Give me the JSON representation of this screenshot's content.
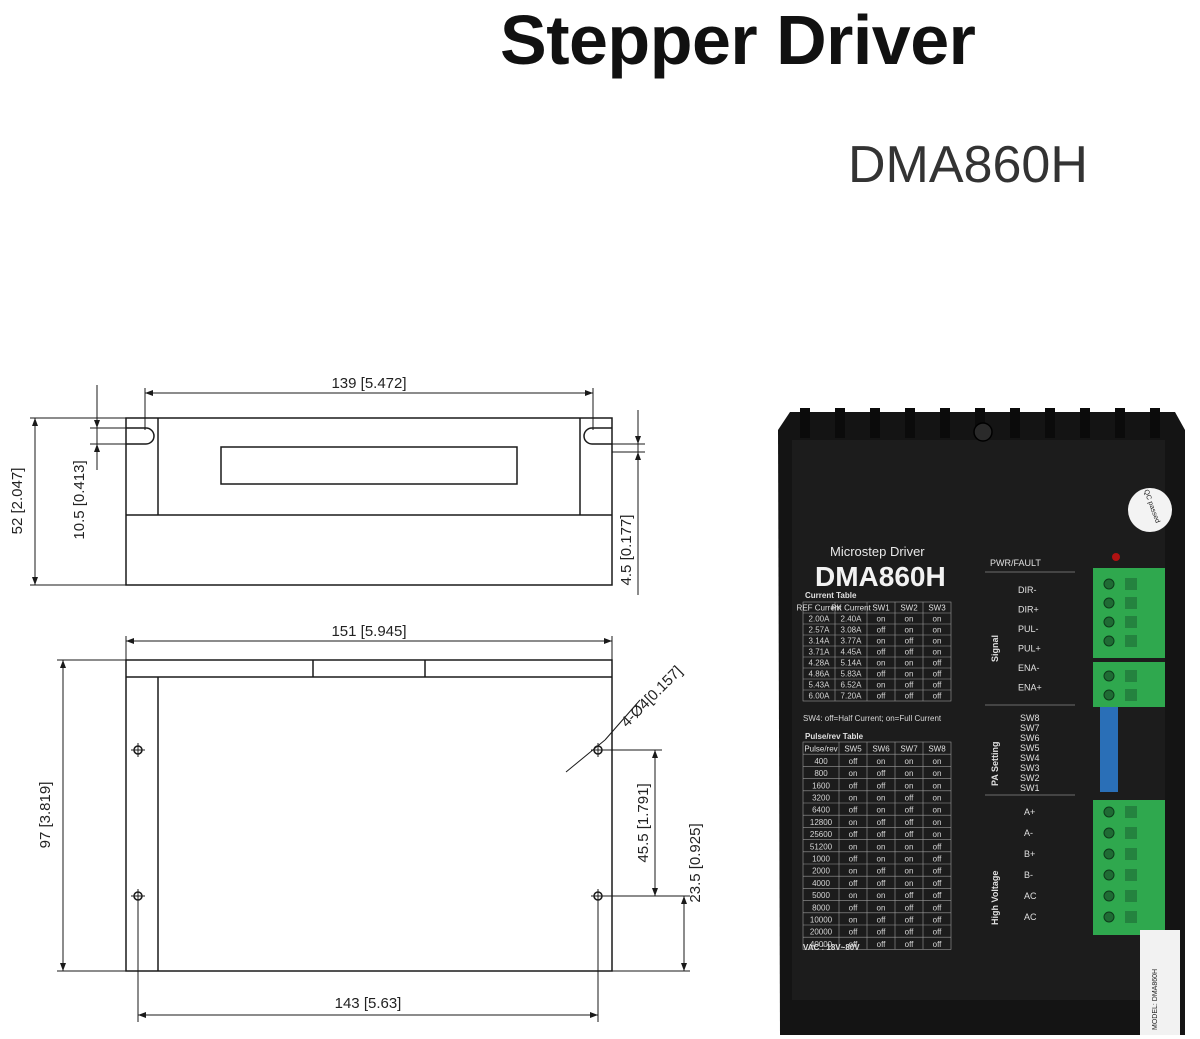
{
  "header": {
    "title": "Stepper Driver",
    "model": "DMA860H"
  },
  "dimensions": {
    "top_width": "139 [5.472]",
    "top_height": "52 [2.047]",
    "slot_depth": "10.5 [0.413]",
    "flange": "4.5 [0.177]",
    "front_width": "151 [5.945]",
    "front_height": "97 [3.819]",
    "hole_dia": "4-Ø4[0.157]",
    "hole_v_spacing": "45.5 [1.791]",
    "hole_offset": "23.5 [0.925]",
    "hole_h_spacing": "143 [5.63]"
  },
  "product": {
    "panel_title": "Microstep Driver",
    "panel_model": "DMA860H",
    "qc": "QC passed",
    "current_table": {
      "title": "Current Table",
      "headers": [
        "REF Current",
        "PK Current",
        "SW1",
        "SW2",
        "SW3"
      ],
      "rows": [
        [
          "2.00A",
          "2.40A",
          "on",
          "on",
          "on"
        ],
        [
          "2.57A",
          "3.08A",
          "off",
          "on",
          "on"
        ],
        [
          "3.14A",
          "3.77A",
          "on",
          "off",
          "on"
        ],
        [
          "3.71A",
          "4.45A",
          "off",
          "off",
          "on"
        ],
        [
          "4.28A",
          "5.14A",
          "on",
          "on",
          "off"
        ],
        [
          "4.86A",
          "5.83A",
          "off",
          "on",
          "off"
        ],
        [
          "5.43A",
          "6.52A",
          "on",
          "off",
          "off"
        ],
        [
          "6.00A",
          "7.20A",
          "off",
          "off",
          "off"
        ]
      ],
      "note": "SW4: off=Half Current; on=Full Current"
    },
    "pulse_table": {
      "title": "Pulse/rev Table",
      "headers": [
        "Pulse/rev",
        "SW5",
        "SW6",
        "SW7",
        "SW8"
      ],
      "rows": [
        [
          "400",
          "off",
          "on",
          "on",
          "on"
        ],
        [
          "800",
          "on",
          "off",
          "on",
          "on"
        ],
        [
          "1600",
          "off",
          "off",
          "on",
          "on"
        ],
        [
          "3200",
          "on",
          "on",
          "off",
          "on"
        ],
        [
          "6400",
          "off",
          "on",
          "off",
          "on"
        ],
        [
          "12800",
          "on",
          "off",
          "off",
          "on"
        ],
        [
          "25600",
          "off",
          "off",
          "off",
          "on"
        ],
        [
          "51200",
          "on",
          "on",
          "on",
          "off"
        ],
        [
          "1000",
          "off",
          "on",
          "on",
          "off"
        ],
        [
          "2000",
          "on",
          "off",
          "on",
          "off"
        ],
        [
          "4000",
          "off",
          "off",
          "on",
          "off"
        ],
        [
          "5000",
          "on",
          "on",
          "off",
          "off"
        ],
        [
          "8000",
          "off",
          "on",
          "off",
          "off"
        ],
        [
          "10000",
          "on",
          "off",
          "off",
          "off"
        ],
        [
          "20000",
          "off",
          "off",
          "off",
          "off"
        ],
        [
          "40000",
          "off",
          "off",
          "off",
          "off"
        ]
      ]
    },
    "vac": "VAC : 18V~80V",
    "pwr": "PWR/FAULT",
    "signal_label": "Signal",
    "signal_pins": [
      "DIR-",
      "DIR+",
      "PUL-",
      "PUL+",
      "ENA-",
      "ENA+"
    ],
    "pa_label": "PA Setting",
    "sw_labels": [
      "SW8",
      "SW7",
      "SW6",
      "SW5",
      "SW4",
      "SW3",
      "SW2",
      "SW1"
    ],
    "hv_label": "High Voltage",
    "hv_pins": [
      "A+",
      "A-",
      "B+",
      "B-",
      "AC",
      "AC"
    ],
    "model_sticker": "MODEL: DMA860H"
  }
}
